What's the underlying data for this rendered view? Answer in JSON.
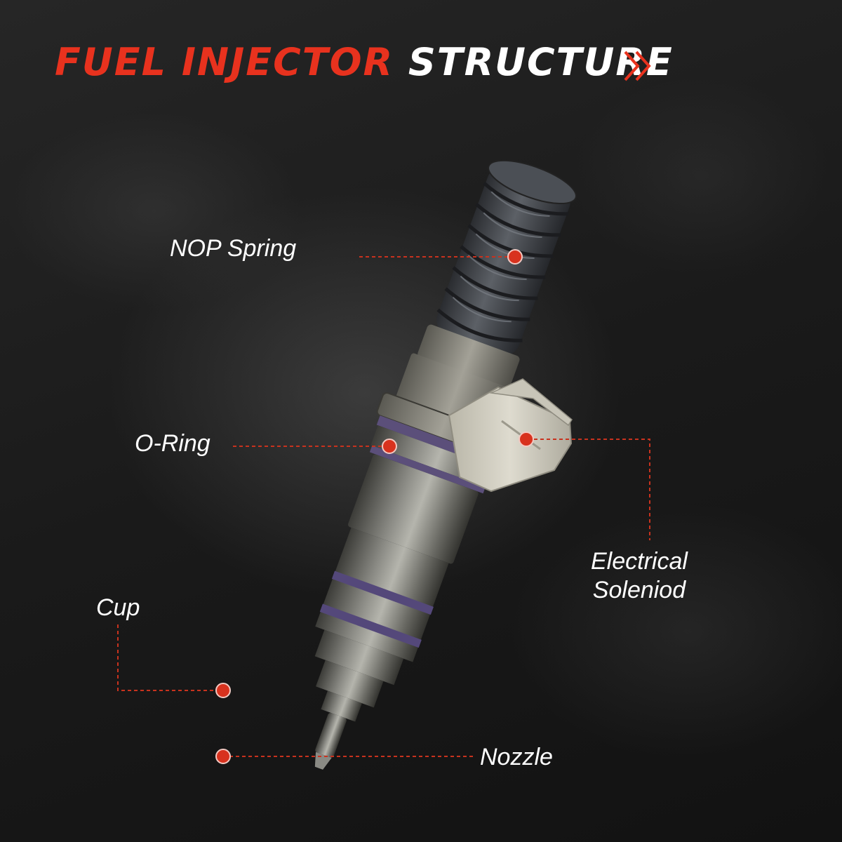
{
  "title": {
    "part1": "FUEL INJECTOR",
    "part2": " STRUCTURE",
    "accent_color": "#e8321e",
    "text_color": "#ffffff",
    "decoration_icon": "double-chevron-right-icon"
  },
  "labels": {
    "nop_spring": "NOP Spring",
    "o_ring": "O-Ring",
    "electrical_line1": "Electrical",
    "electrical_line2": "Soleniod",
    "cup": "Cup",
    "nozzle": "Nozzle"
  },
  "marker_color": "#d8321e",
  "leader_line_style": "dashed"
}
